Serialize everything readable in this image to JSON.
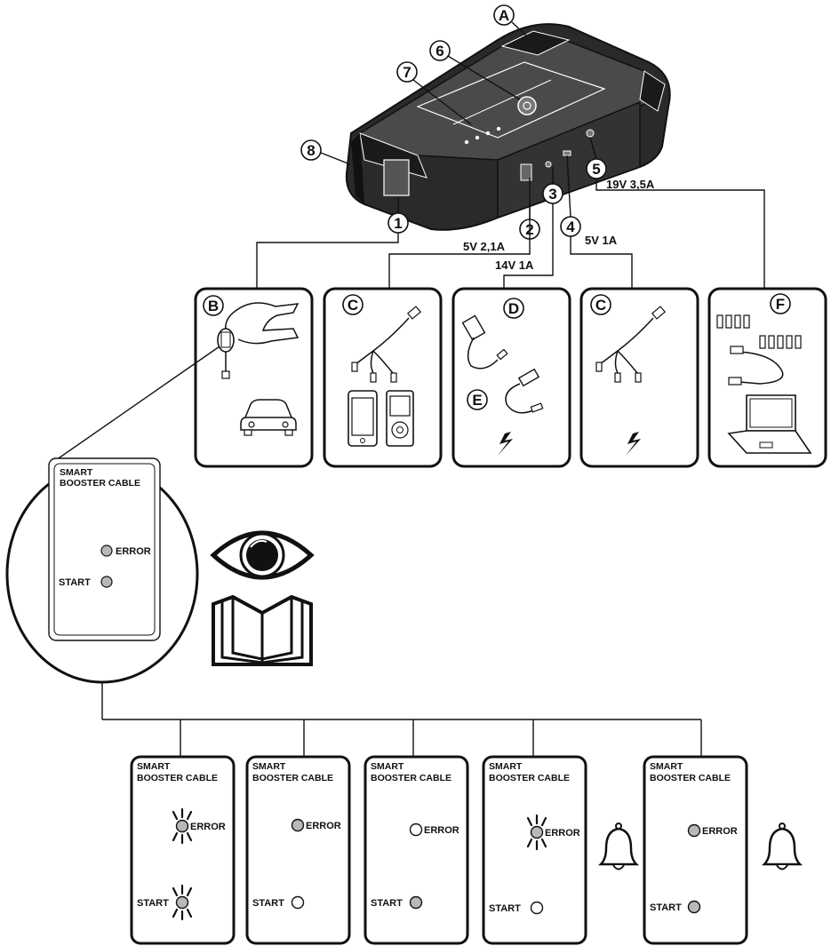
{
  "callouts": {
    "A": "A",
    "B": "B",
    "C": "C",
    "D": "D",
    "E": "E",
    "F": "F",
    "n1": "1",
    "n2": "2",
    "n3": "3",
    "n4": "4",
    "n5": "5",
    "n6": "6",
    "n7": "7",
    "n8": "8"
  },
  "outputs": {
    "usb_2": "5V 2,1A",
    "dc_14": "14V 1A",
    "usb_1": "5V 1A",
    "dc_19": "19V 3,5A"
  },
  "smart_cable": {
    "title_line1": "SMART",
    "title_line2": "BOOSTER CABLE",
    "error_label": "ERROR",
    "start_label": "START"
  },
  "status_cards": [
    {
      "title_line1": "SMART",
      "title_line2": "BOOSTER CABLE",
      "error_label": "ERROR",
      "start_label": "START",
      "error": "blink",
      "start": "blink",
      "bell": false
    },
    {
      "title_line1": "SMART",
      "title_line2": "BOOSTER CABLE",
      "error_label": "ERROR",
      "start_label": "START",
      "error": "on",
      "start": "off",
      "bell": false
    },
    {
      "title_line1": "SMART",
      "title_line2": "BOOSTER CABLE",
      "error_label": "ERROR",
      "start_label": "START",
      "error": "off",
      "start": "on",
      "bell": false
    },
    {
      "title_line1": "SMART",
      "title_line2": "BOOSTER CABLE",
      "error_label": "ERROR",
      "start_label": "START",
      "error": "blink",
      "start": "off",
      "bell": true
    },
    {
      "title_line1": "SMART",
      "title_line2": "BOOSTER CABLE",
      "error_label": "ERROR",
      "start_label": "START",
      "error": "on",
      "start": "on",
      "bell": true
    }
  ],
  "colors": {
    "ink": "#111111",
    "led_on": "#b8b8b8",
    "led_off": "#ffffff",
    "device_body": "#2a2a2a"
  }
}
